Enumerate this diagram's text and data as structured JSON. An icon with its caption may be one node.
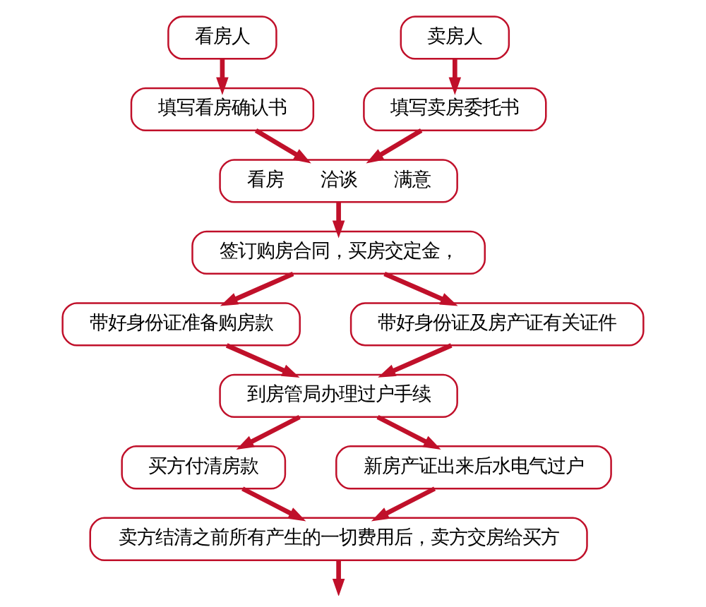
{
  "diagram": {
    "nodes": [
      {
        "text": [
          "看房人"
        ]
      },
      {
        "text": [
          "卖房人"
        ]
      },
      {
        "text": [
          "填写看房确认书"
        ]
      },
      {
        "text": [
          "填写卖房委托书"
        ]
      },
      {
        "text": [
          "看房　　洽谈　　满意"
        ]
      },
      {
        "text": [
          "签订购房合同，买房交定金，"
        ]
      },
      {
        "text": [
          "带好身份证准备购房款"
        ]
      },
      {
        "text": [
          "带好身份证及房产证有关证件"
        ]
      },
      {
        "text": [
          "到房管局办理过户手续"
        ]
      },
      {
        "text": [
          "买方付清房款"
        ]
      },
      {
        "text": [
          "新房产证出来后水电气过户"
        ]
      },
      {
        "text": [
          "卖方结清之前所有产生的一切费用后，卖方交房给买方"
        ]
      }
    ],
    "edges": [
      {
        "from": 0,
        "to": 2,
        "arrow": "to"
      },
      {
        "from": 1,
        "to": 3,
        "arrow": "to"
      },
      {
        "from": 2,
        "to": 4,
        "arrow": "to"
      },
      {
        "from": 3,
        "to": 4,
        "arrow": "to"
      },
      {
        "from": 4,
        "to": 5,
        "arrow": "to"
      },
      {
        "from": 5,
        "to": 6,
        "arrow": "to"
      },
      {
        "from": 5,
        "to": 7,
        "arrow": "to"
      },
      {
        "from": 6,
        "to": 8,
        "arrow": "to"
      },
      {
        "from": 7,
        "to": 8,
        "arrow": "to"
      },
      {
        "from": 8,
        "to": 9,
        "arrow": "to"
      },
      {
        "from": 8,
        "to": 10,
        "arrow": "to"
      },
      {
        "from": 9,
        "to": 11,
        "arrow": "to"
      },
      {
        "from": 10,
        "to": 11,
        "arrow": "to"
      },
      {
        "from": 11,
        "to": null,
        "arrow": "to"
      }
    ]
  }
}
